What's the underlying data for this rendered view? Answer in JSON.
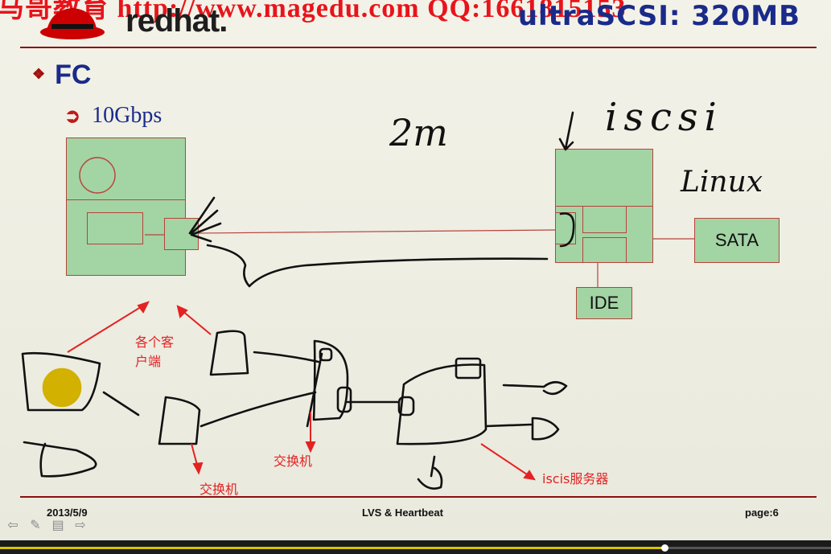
{
  "slide": {
    "watermark": "马哥教育 http://www.magedu.com QQ:1661815153",
    "logo_text": "redhat.",
    "heading": "ultraSCSI: 320MB",
    "bullet_main": "FC",
    "bullet_sub": "10Gbps",
    "boxes": {
      "sata": "SATA",
      "ide": "IDE"
    },
    "handwriting": {
      "distance": "2m",
      "protocol": "iscsi",
      "os": "Linux"
    },
    "annotations": {
      "clients_line1": "各个客",
      "clients_line2": "户端",
      "switch_left": "交换机",
      "switch_mid": "交换机",
      "iscsi_server": "iscis服务器"
    },
    "footer": {
      "date": "2013/5/9",
      "title": "LVS & Heartbeat",
      "page": "page:6"
    }
  },
  "colors": {
    "box_fill": "#a3d4a4",
    "box_border": "#b8433b",
    "heading": "#1a2a8a",
    "annotation": "#e32222",
    "progress": "#d8c400"
  },
  "icons": [
    "redhat-shadowman-icon",
    "diamond-bullet-icon",
    "arrow-bullet-icon",
    "nav-prev-icon",
    "nav-pen-icon",
    "nav-menu-icon",
    "nav-next-icon"
  ],
  "player": {
    "progress": 0.8
  }
}
